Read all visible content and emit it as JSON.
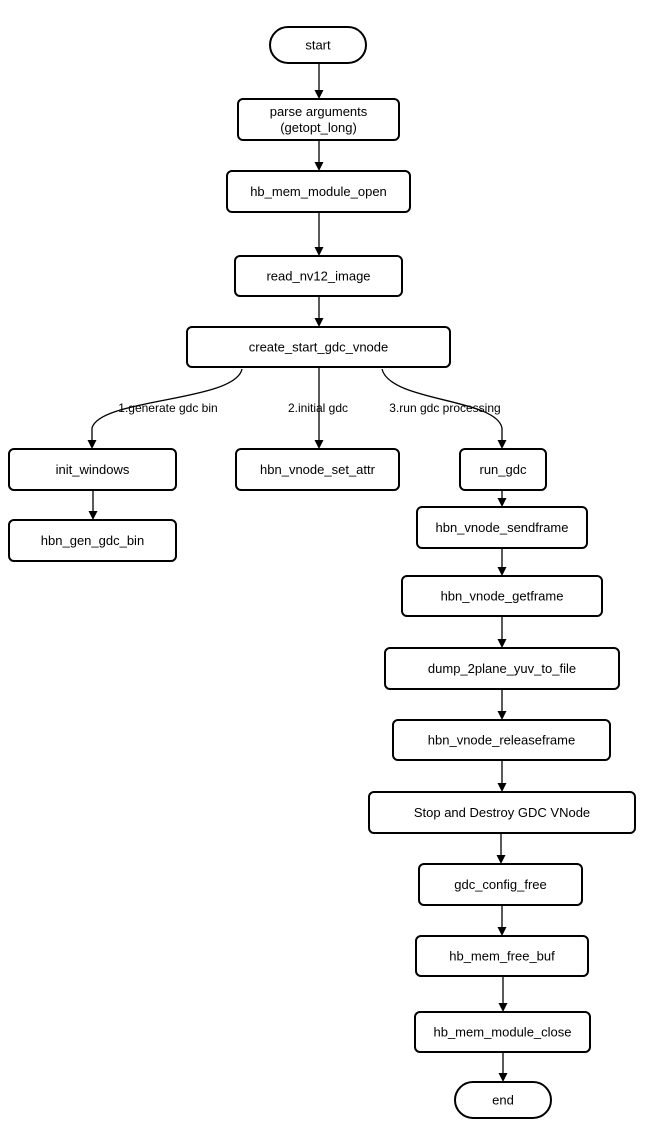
{
  "nodes": [
    {
      "id": "start",
      "shape": "terminal",
      "lines": [
        "start"
      ]
    },
    {
      "id": "parse",
      "shape": "process",
      "lines": [
        "parse arguments",
        "(getopt_long)"
      ]
    },
    {
      "id": "memopen",
      "shape": "process",
      "lines": [
        "hb_mem_module_open"
      ]
    },
    {
      "id": "readnv12",
      "shape": "process",
      "lines": [
        "read_nv12_image"
      ]
    },
    {
      "id": "create",
      "shape": "process",
      "lines": [
        "create_start_gdc_vnode"
      ]
    },
    {
      "id": "initwin",
      "shape": "process",
      "lines": [
        "init_windows"
      ]
    },
    {
      "id": "genbin",
      "shape": "process",
      "lines": [
        "hbn_gen_gdc_bin"
      ]
    },
    {
      "id": "setattr",
      "shape": "process",
      "lines": [
        "hbn_vnode_set_attr"
      ]
    },
    {
      "id": "rungdc",
      "shape": "process",
      "lines": [
        "run_gdc"
      ]
    },
    {
      "id": "sendframe",
      "shape": "process",
      "lines": [
        "hbn_vnode_sendframe"
      ]
    },
    {
      "id": "getframe",
      "shape": "process",
      "lines": [
        "hbn_vnode_getframe"
      ]
    },
    {
      "id": "dump",
      "shape": "process",
      "lines": [
        "dump_2plane_yuv_to_file"
      ]
    },
    {
      "id": "release",
      "shape": "process",
      "lines": [
        "hbn_vnode_releaseframe"
      ]
    },
    {
      "id": "destroy",
      "shape": "process",
      "lines": [
        "Stop and Destroy GDC VNode"
      ]
    },
    {
      "id": "cfgfree",
      "shape": "process",
      "lines": [
        "gdc_config_free"
      ]
    },
    {
      "id": "freebuf",
      "shape": "process",
      "lines": [
        "hb_mem_free_buf"
      ]
    },
    {
      "id": "memclose",
      "shape": "process",
      "lines": [
        "hb_mem_module_close"
      ]
    },
    {
      "id": "end",
      "shape": "terminal",
      "lines": [
        "end"
      ]
    }
  ],
  "edges": [
    {
      "from": "start",
      "to": "parse",
      "label": ""
    },
    {
      "from": "parse",
      "to": "memopen",
      "label": ""
    },
    {
      "from": "memopen",
      "to": "readnv12",
      "label": ""
    },
    {
      "from": "readnv12",
      "to": "create",
      "label": ""
    },
    {
      "from": "create",
      "to": "initwin",
      "label": "1.generate gdc bin"
    },
    {
      "from": "create",
      "to": "setattr",
      "label": "2.initial gdc"
    },
    {
      "from": "create",
      "to": "rungdc",
      "label": "3.run gdc processing"
    },
    {
      "from": "initwin",
      "to": "genbin",
      "label": ""
    },
    {
      "from": "rungdc",
      "to": "sendframe",
      "label": ""
    },
    {
      "from": "sendframe",
      "to": "getframe",
      "label": ""
    },
    {
      "from": "getframe",
      "to": "dump",
      "label": ""
    },
    {
      "from": "dump",
      "to": "release",
      "label": ""
    },
    {
      "from": "release",
      "to": "destroy",
      "label": ""
    },
    {
      "from": "destroy",
      "to": "cfgfree",
      "label": ""
    },
    {
      "from": "cfgfree",
      "to": "freebuf",
      "label": ""
    },
    {
      "from": "freebuf",
      "to": "memclose",
      "label": ""
    },
    {
      "from": "memclose",
      "to": "end",
      "label": ""
    }
  ]
}
